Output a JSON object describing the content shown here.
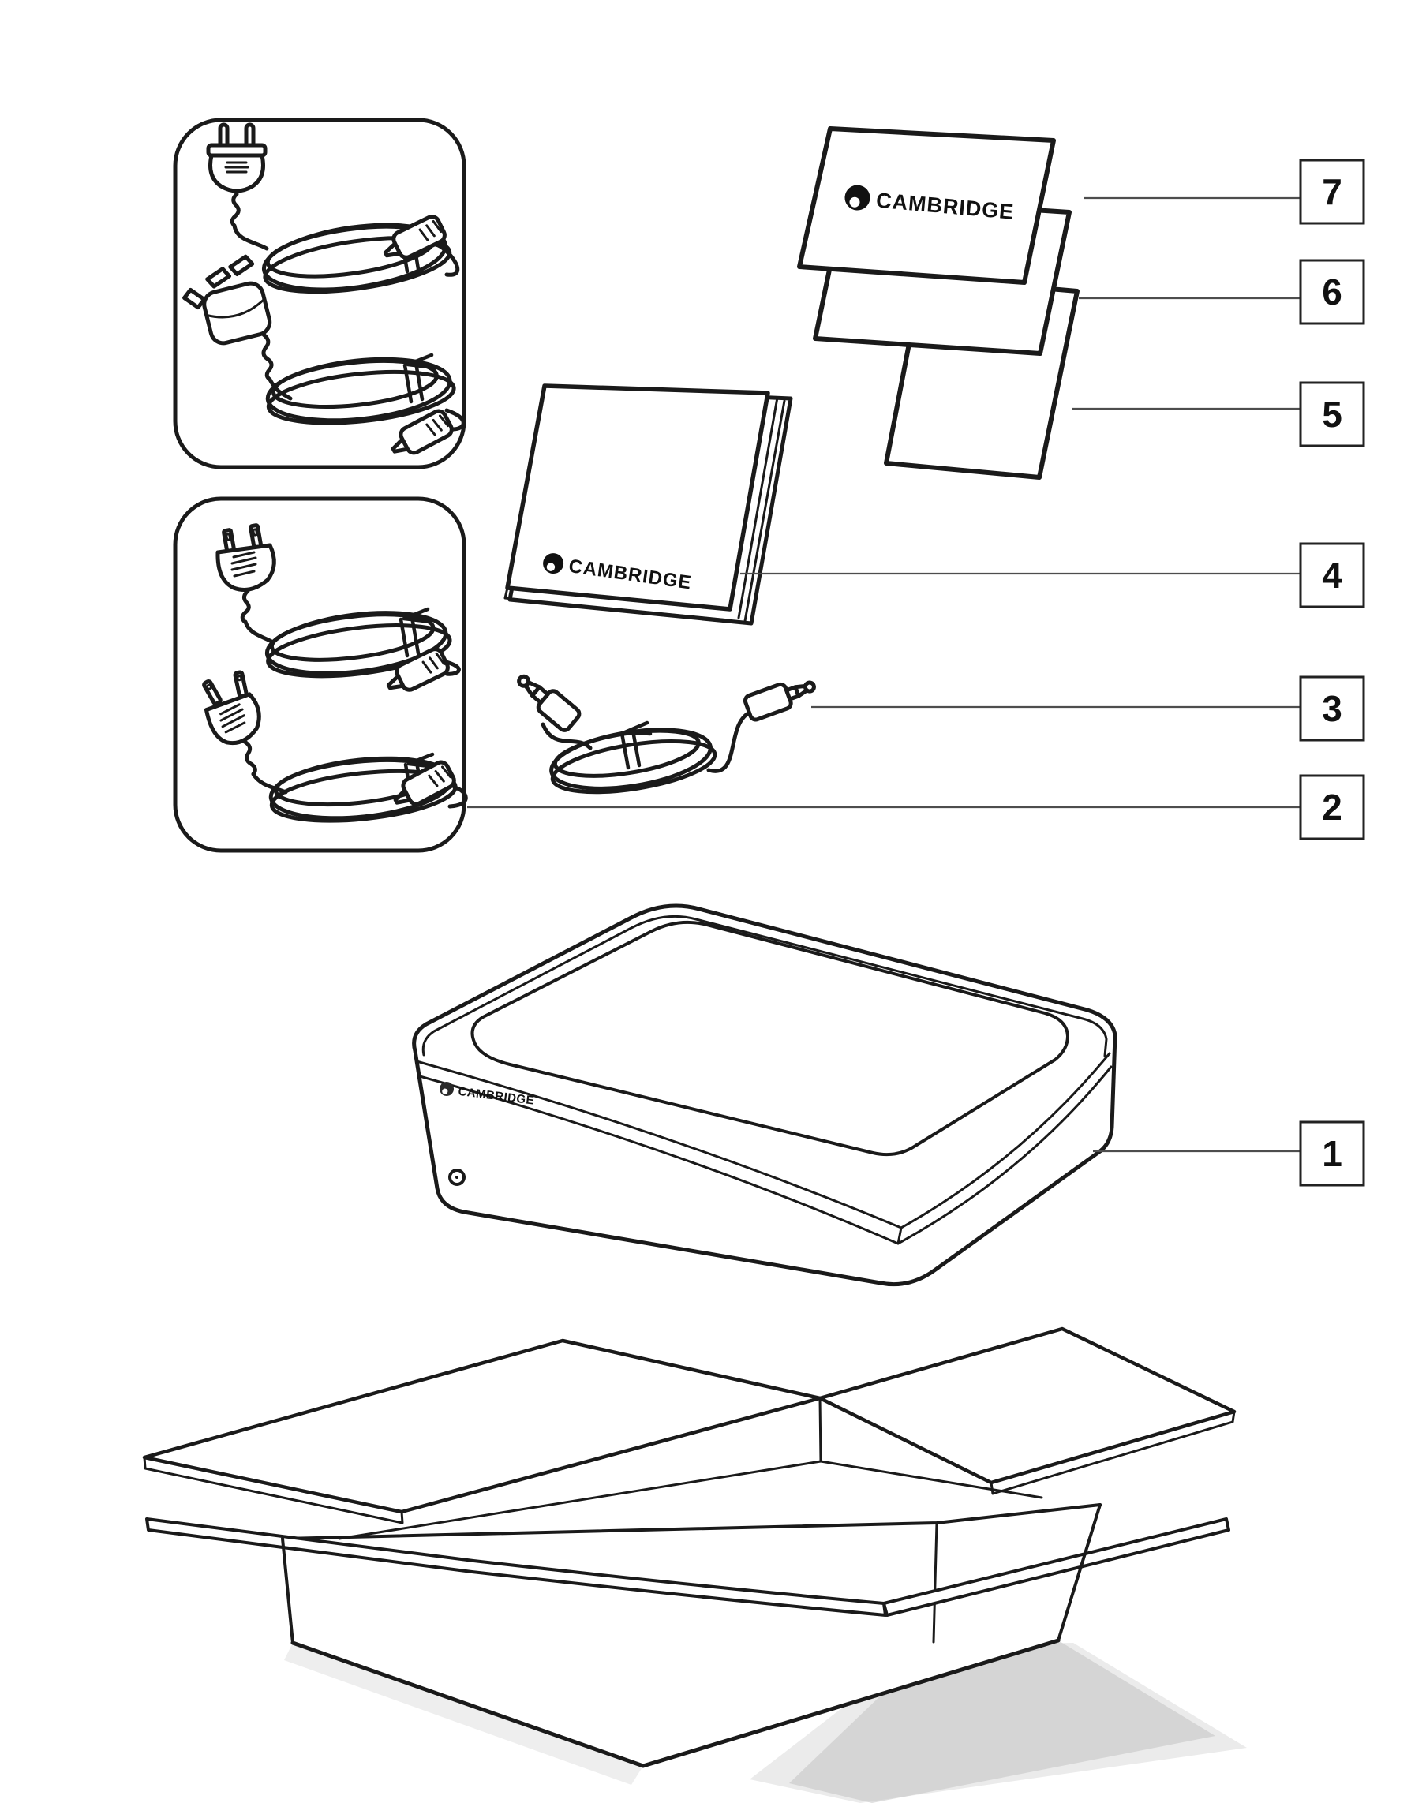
{
  "colors": {
    "ink": "#1a1a1a",
    "leader_line": "#4d4d4d",
    "background": "#ffffff"
  },
  "brand": {
    "logo_text": "CAMBRIDGE"
  },
  "callouts": [
    {
      "number": "1"
    },
    {
      "number": "2"
    },
    {
      "number": "3"
    },
    {
      "number": "4"
    },
    {
      "number": "5"
    },
    {
      "number": "6"
    },
    {
      "number": "7"
    }
  ]
}
